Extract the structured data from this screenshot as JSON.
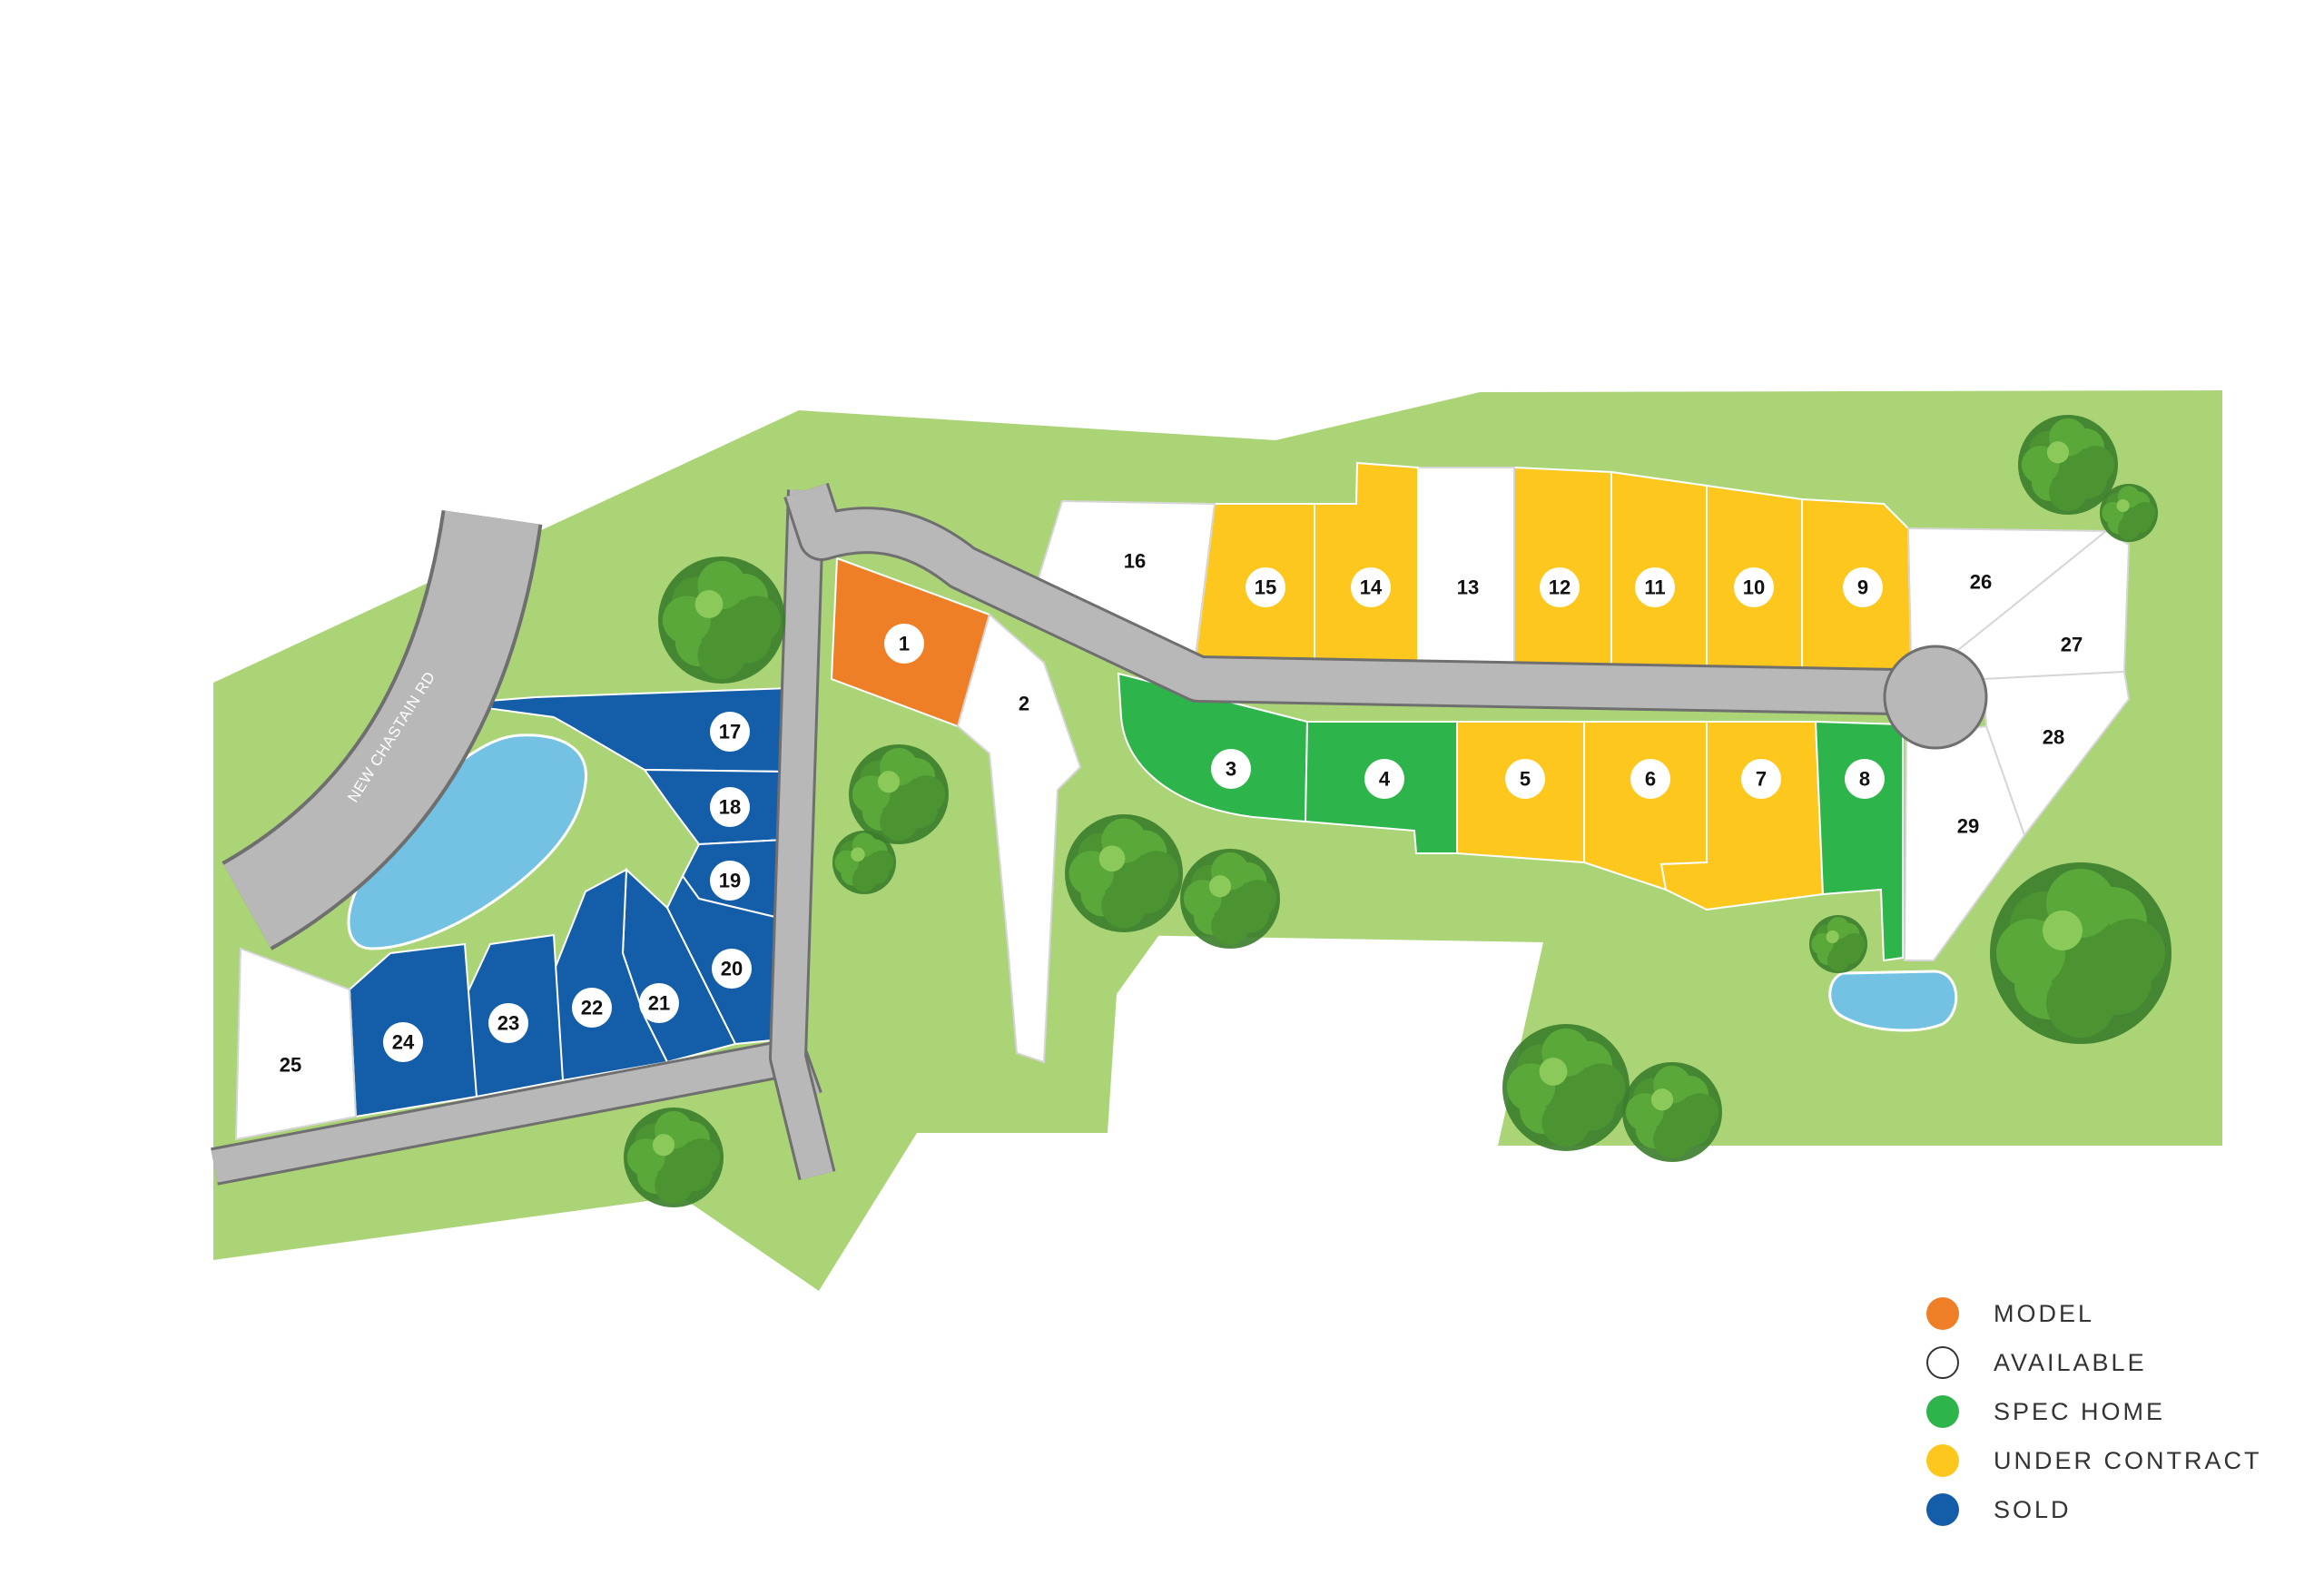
{
  "road": {
    "name": "NEW CHASTAIN RD"
  },
  "colors": {
    "grass": "#abd477",
    "road": "#b8b8b8",
    "pond": "#74c2e3",
    "model": "#ee7f26",
    "available": "#ffffff",
    "spec_home": "#2db44b",
    "under_contract": "#fec71d",
    "sold": "#145da8"
  },
  "legend": [
    {
      "status": "model",
      "label": "MODEL"
    },
    {
      "status": "available",
      "label": "AVAILABLE"
    },
    {
      "status": "spec_home",
      "label": "SPEC HOME"
    },
    {
      "status": "under_contract",
      "label": "UNDER CONTRACT"
    },
    {
      "status": "sold",
      "label": "SOLD"
    }
  ],
  "lots": [
    {
      "number": "1",
      "status": "model"
    },
    {
      "number": "2",
      "status": "available"
    },
    {
      "number": "3",
      "status": "spec_home"
    },
    {
      "number": "4",
      "status": "spec_home"
    },
    {
      "number": "5",
      "status": "under_contract"
    },
    {
      "number": "6",
      "status": "under_contract"
    },
    {
      "number": "7",
      "status": "under_contract"
    },
    {
      "number": "8",
      "status": "spec_home"
    },
    {
      "number": "9",
      "status": "under_contract"
    },
    {
      "number": "10",
      "status": "under_contract"
    },
    {
      "number": "11",
      "status": "under_contract"
    },
    {
      "number": "12",
      "status": "under_contract"
    },
    {
      "number": "13",
      "status": "available"
    },
    {
      "number": "14",
      "status": "under_contract"
    },
    {
      "number": "15",
      "status": "under_contract"
    },
    {
      "number": "16",
      "status": "available"
    },
    {
      "number": "17",
      "status": "sold"
    },
    {
      "number": "18",
      "status": "sold"
    },
    {
      "number": "19",
      "status": "sold"
    },
    {
      "number": "20",
      "status": "sold"
    },
    {
      "number": "21",
      "status": "sold"
    },
    {
      "number": "22",
      "status": "sold"
    },
    {
      "number": "23",
      "status": "sold"
    },
    {
      "number": "24",
      "status": "sold"
    },
    {
      "number": "25",
      "status": "available"
    },
    {
      "number": "26",
      "status": "available"
    },
    {
      "number": "27",
      "status": "available"
    },
    {
      "number": "28",
      "status": "available"
    },
    {
      "number": "29",
      "status": "available"
    }
  ]
}
